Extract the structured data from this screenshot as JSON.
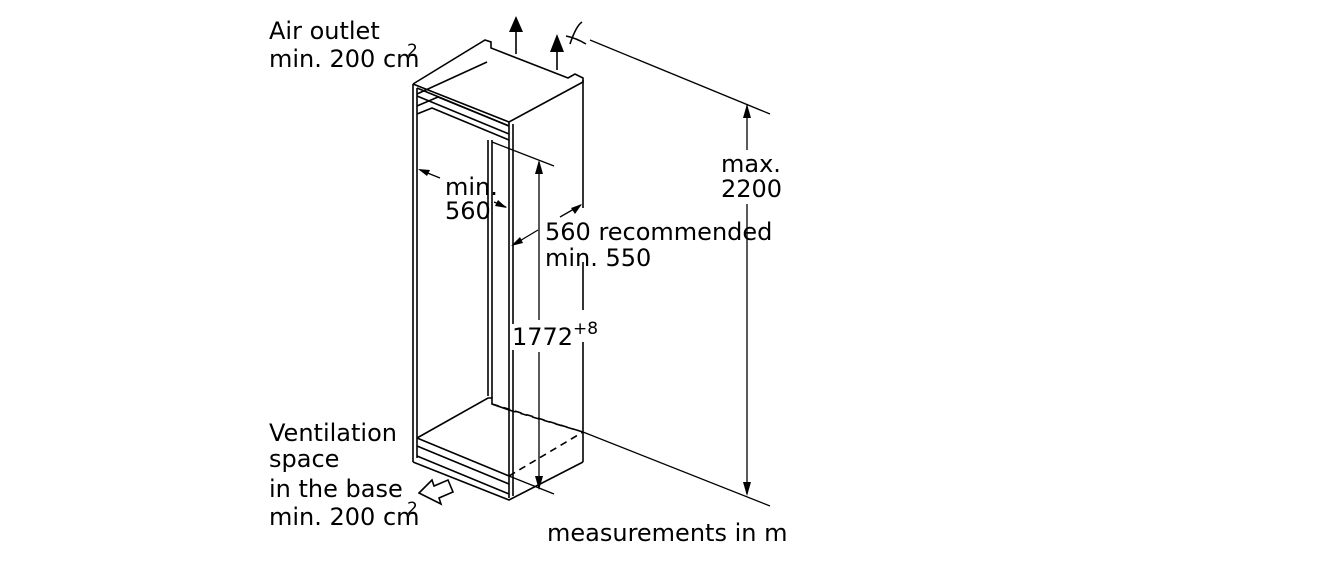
{
  "air_outlet": {
    "line1": "Air outlet",
    "line2": "min. 200 cm",
    "superscript": "2"
  },
  "ventilation": {
    "line1": "Ventilation",
    "line2": "space",
    "line3": "in the base",
    "line4": "min. 200 cm",
    "superscript": "2"
  },
  "width": {
    "line1": "min.",
    "line2": "560"
  },
  "depth": {
    "line1": "560 recommended",
    "line2": "min. 550"
  },
  "height": {
    "value": "1772",
    "tolerance": "+8"
  },
  "max_height": {
    "line1": "max.",
    "line2": "2200"
  },
  "units_note": "measurements in m"
}
